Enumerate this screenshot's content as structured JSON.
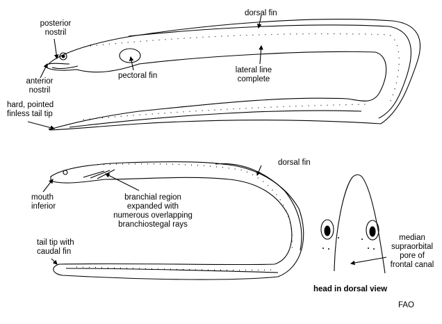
{
  "figure": {
    "top_eel": {
      "labels": {
        "posterior_nostril": [
          "posterior",
          "nostril"
        ],
        "anterior_nostril": [
          "anterior",
          "nostril"
        ],
        "tail_tip": [
          "hard, pointed",
          "finless tail tip"
        ],
        "pectoral_fin": "pectoral fin",
        "dorsal_fin": "dorsal fin",
        "lateral_line": [
          "lateral line",
          "complete"
        ]
      }
    },
    "bottom_eel": {
      "labels": {
        "dorsal_fin": "dorsal fin",
        "mouth": [
          "mouth",
          "inferior"
        ],
        "branchial": [
          "branchial region",
          "expanded with",
          "numerous overlapping",
          "branchiostegal rays"
        ],
        "tail_tip": [
          "tail tip with",
          "caudal fin"
        ]
      }
    },
    "head_view": {
      "pore_label": [
        "median",
        "supraorbital",
        "pore of",
        "frontal canal"
      ],
      "caption": "head in dorsal view"
    },
    "credit": "FAO"
  }
}
